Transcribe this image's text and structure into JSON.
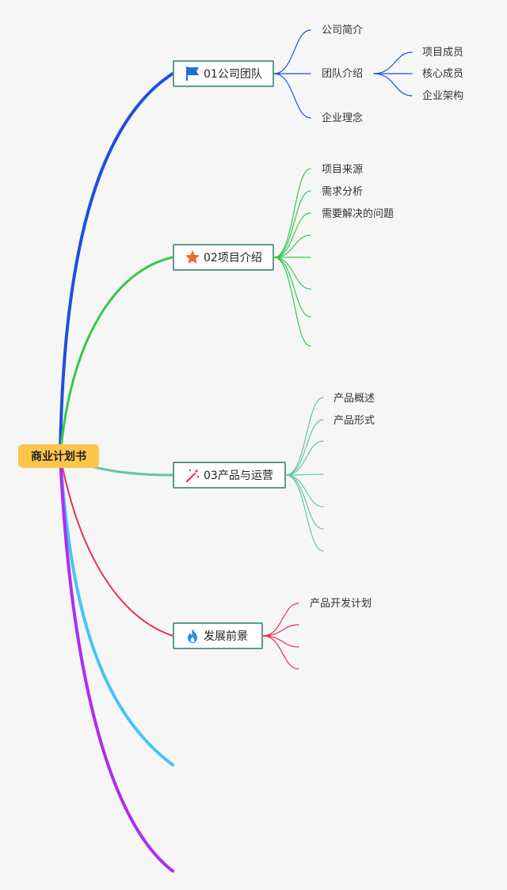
{
  "root": {
    "label": "商业计划书"
  },
  "branches": [
    {
      "label": "01公司团队",
      "icon": "flag-icon",
      "color": "#1f4fe0",
      "subtopics": [
        {
          "label": "公司简介"
        },
        {
          "label": "团队介绍",
          "children": [
            "项目成员",
            "核心成员",
            "企业架构"
          ]
        },
        {
          "label": "企业理念"
        }
      ]
    },
    {
      "label": "02项目介绍",
      "icon": "star-icon",
      "color": "#35c94a",
      "subtopics": [
        {
          "label": "项目来源"
        },
        {
          "label": "需求分析"
        },
        {
          "label": "需要解决的问题"
        },
        {
          "label": ""
        },
        {
          "label": ""
        },
        {
          "label": ""
        },
        {
          "label": ""
        },
        {
          "label": ""
        }
      ]
    },
    {
      "label": "03产品与运营",
      "icon": "magic-wand-icon",
      "color": "#62c6a8",
      "subtopics": [
        {
          "label": "产品概述"
        },
        {
          "label": "产品形式"
        },
        {
          "label": ""
        },
        {
          "label": ""
        },
        {
          "label": ""
        },
        {
          "label": ""
        },
        {
          "label": ""
        }
      ]
    },
    {
      "label": "发展前景",
      "icon": "flame-icon",
      "color": "#e8314f",
      "subtopics": [
        {
          "label": "产品开发计划"
        },
        {
          "label": ""
        },
        {
          "label": ""
        },
        {
          "label": ""
        }
      ]
    },
    {
      "label": "",
      "color": "#47c4f5"
    },
    {
      "label": "",
      "color": "#b02cf0"
    }
  ]
}
